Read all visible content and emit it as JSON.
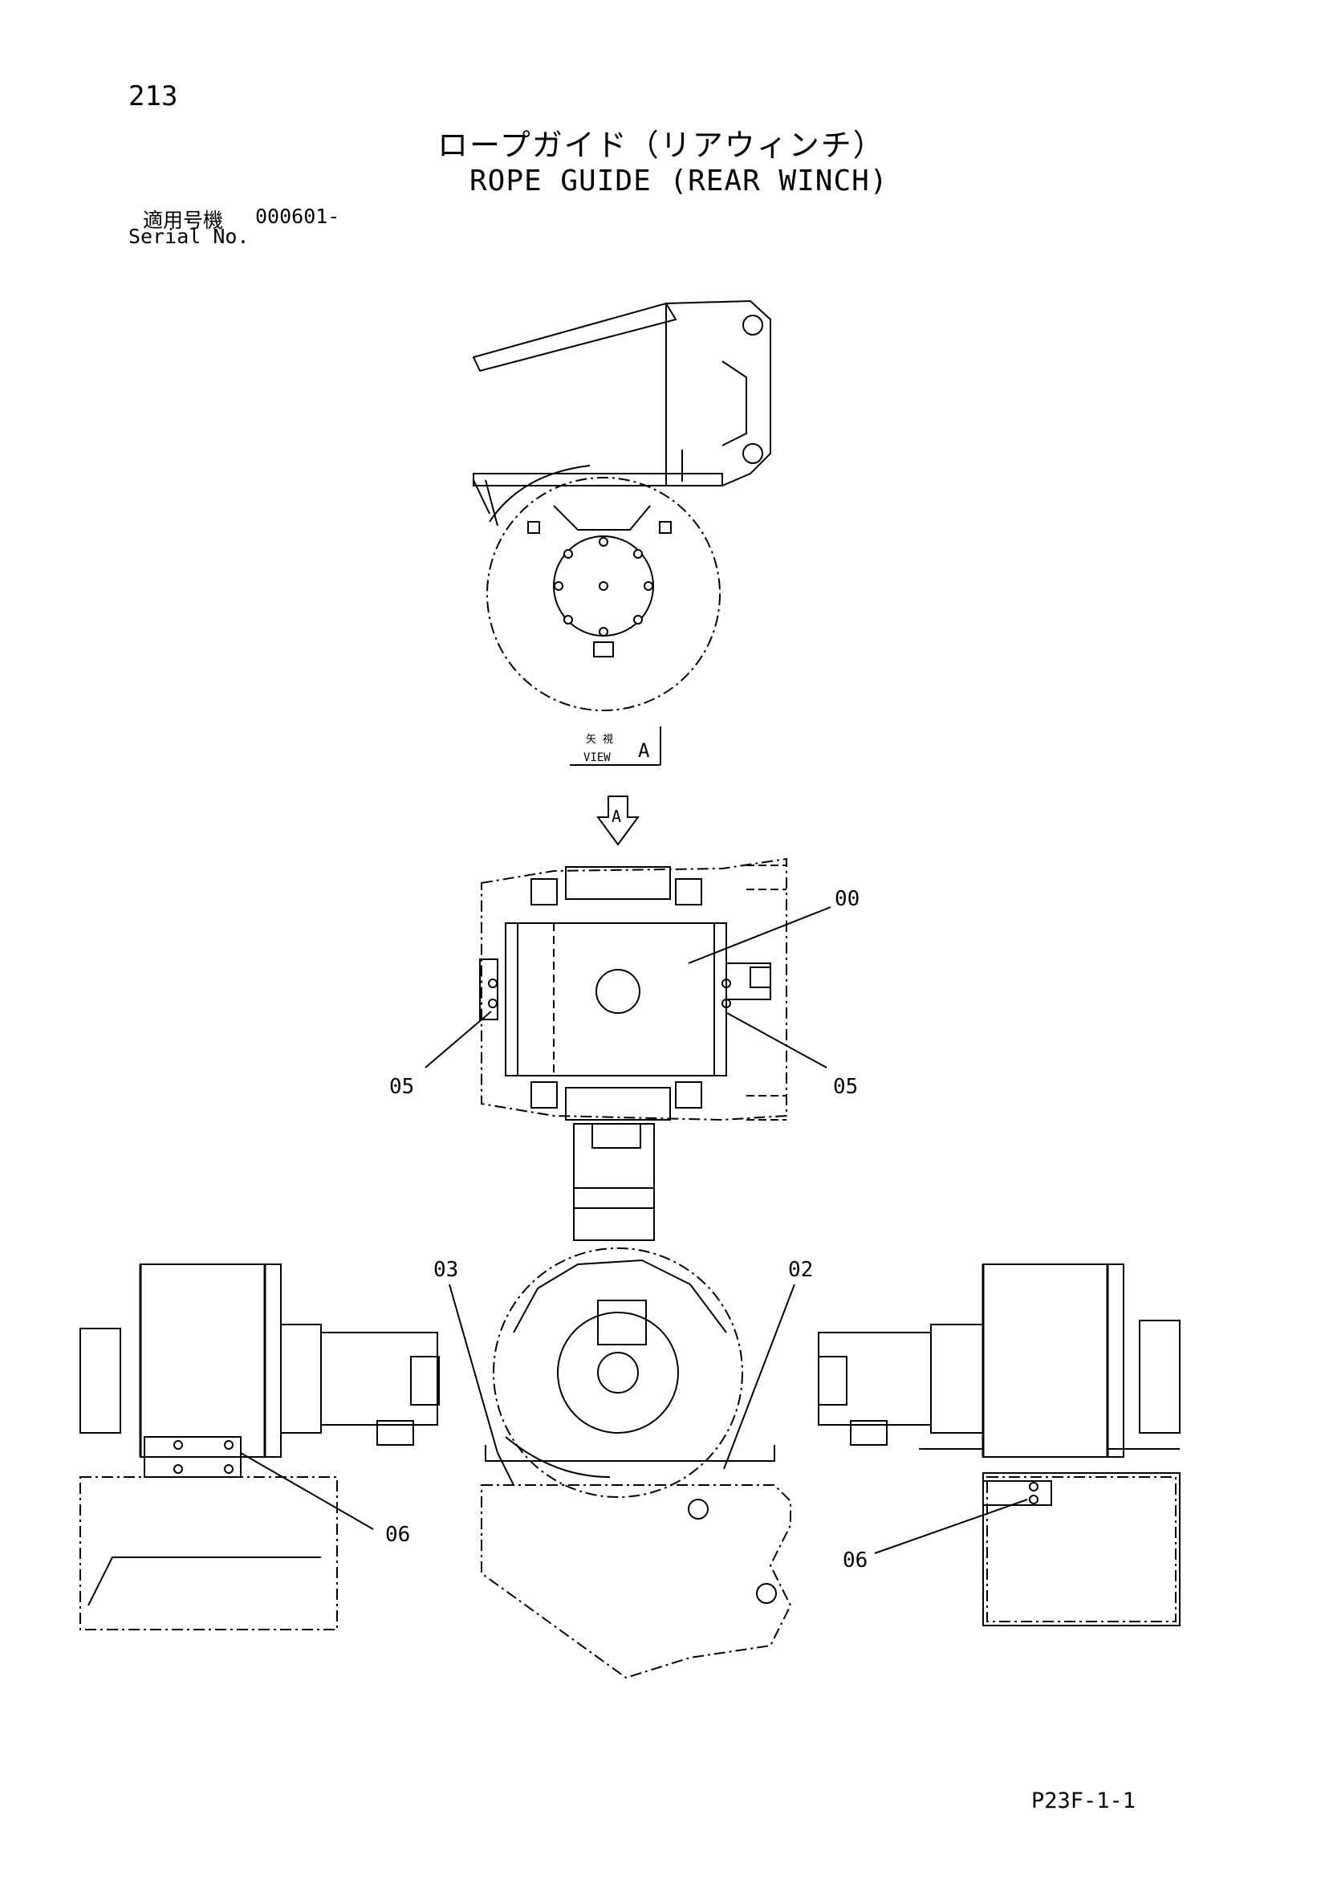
{
  "header": {
    "page_number": "213",
    "title_ja": "ロープガイド（リアウィンチ）",
    "title_en": "ROPE GUIDE (REAR WINCH)",
    "serial_label_ja": "適用号機",
    "serial_value": "000601-",
    "serial_label_en": "Serial No."
  },
  "view_marker": {
    "label_ja": "矢 視",
    "label_en": "VIEW",
    "letter": "A",
    "arrow_letter": "A"
  },
  "callouts": {
    "c00": "00",
    "c05_left": "05",
    "c05_right": "05",
    "c03": "03",
    "c02": "02",
    "c06_left": "06",
    "c06_right": "06"
  },
  "footer": {
    "page_code": "P23F-1-1"
  }
}
